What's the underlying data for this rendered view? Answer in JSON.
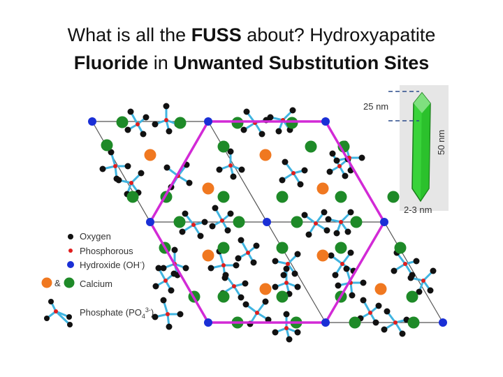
{
  "title": {
    "line1_a": "What is all the ",
    "line1_b": "FUSS",
    "line1_c": " about? Hydroxyapatite",
    "line2_a": "Fluoride",
    "line2_b": " in ",
    "line2_c": "Unwanted Substitution Sites"
  },
  "legend": {
    "oxygen": "Oxygen",
    "phosphorous": "Phosphorous",
    "hydroxide": "Hydroxide (OH",
    "hydroxide_sup": "-",
    "hydroxide_end": ")",
    "amp": "&",
    "calcium": "Calcium",
    "phosphate": "Phosphate (PO",
    "phosphate_sub": "4",
    "phosphate_sup": "3-",
    "phosphate_end": ")"
  },
  "crystal": {
    "width_label": "25 nm",
    "length_label": "50 nm",
    "thickness_label": "2-3 nm"
  },
  "colors": {
    "oxygen": "#111111",
    "phosphorous": "#e01e1e",
    "hydroxide": "#1a2fd6",
    "calcium_orange": "#f07820",
    "calcium_green": "#1e8a28",
    "bond": "#40b4e0",
    "hexagon": "#d22ad6",
    "crystal": "#39d33a"
  }
}
